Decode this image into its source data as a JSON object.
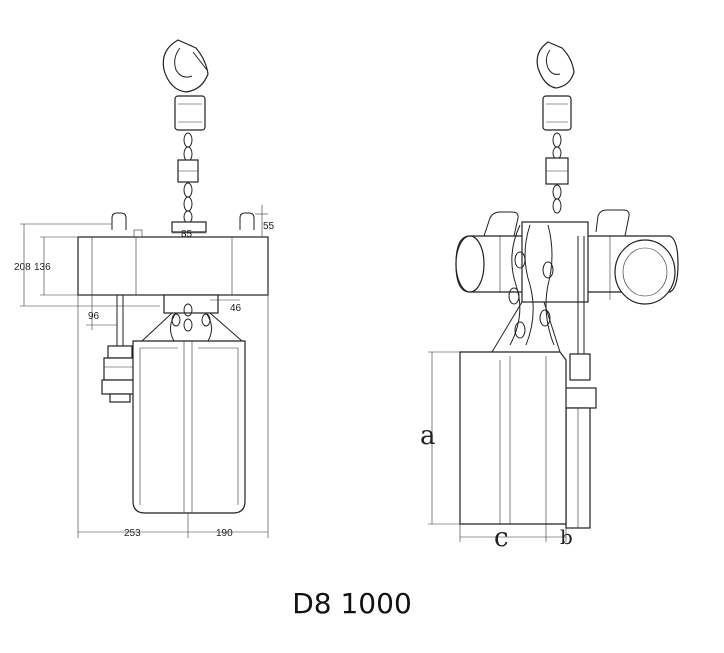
{
  "model_title": "D8 1000",
  "front_view": {
    "dims": {
      "d85": "85",
      "d55": "55",
      "d208": "208",
      "d136": "136",
      "d96": "96",
      "d46": "46",
      "d253": "253",
      "d190": "190"
    }
  },
  "iso_view": {
    "labels": {
      "a": "a",
      "b": "b",
      "c": "c"
    }
  }
}
